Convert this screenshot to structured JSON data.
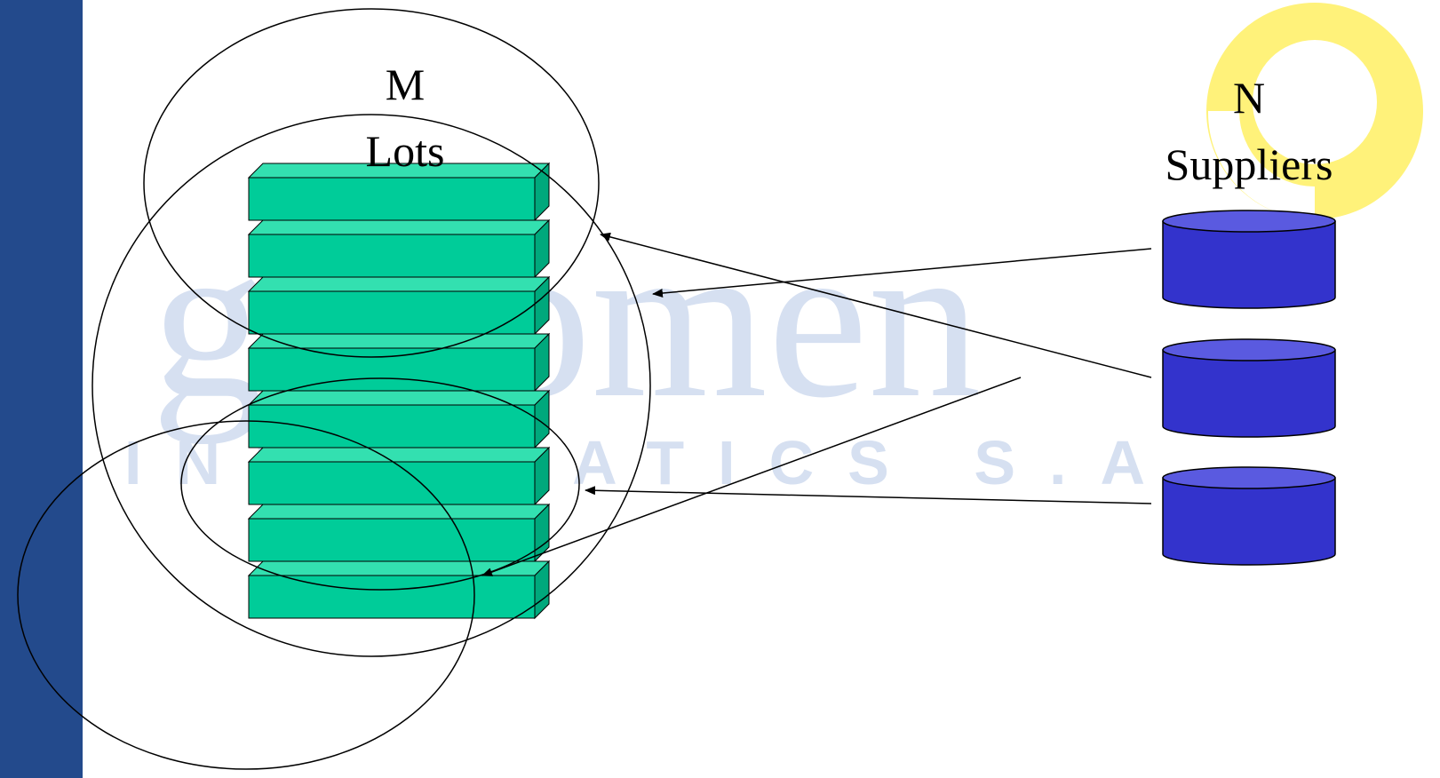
{
  "colors": {
    "side_bar": "#234a8c",
    "watermark": "#d6e0f1",
    "logo_ring": "#fff27a",
    "lot_face": "#00cc99",
    "lot_top": "#33e0b0",
    "lot_side": "#00a87c",
    "supplier_body": "#3333cc",
    "supplier_top": "#5a5ae0",
    "stroke": "#000000"
  },
  "watermark": {
    "word": "genomen",
    "subline": "INFORMATICS S.A."
  },
  "labels": {
    "lots": [
      "M",
      "Lots"
    ],
    "suppliers": [
      "N",
      "Suppliers"
    ]
  },
  "icons": {
    "lots": "stacked-bar-icon",
    "suppliers": "database-cylinder-icon",
    "logo": "ring-logo-icon"
  },
  "lots_count": 8,
  "suppliers_count": 3
}
